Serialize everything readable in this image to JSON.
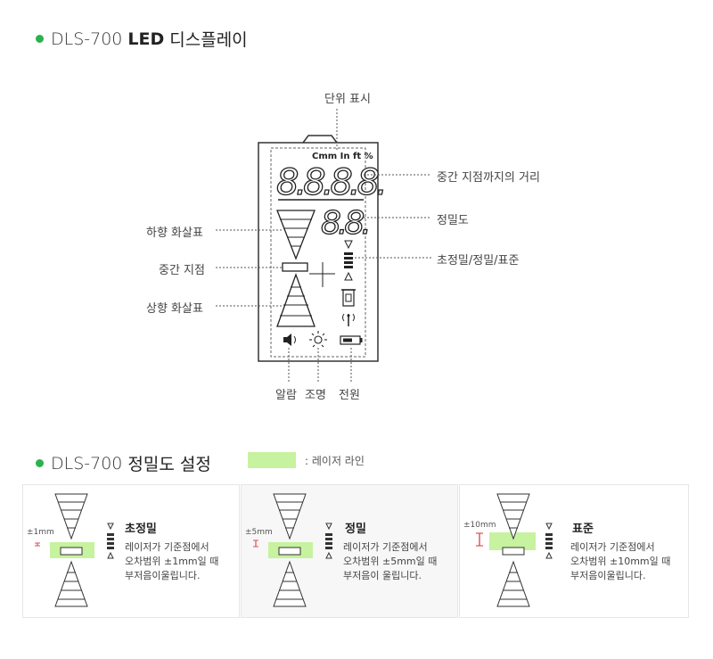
{
  "section1": {
    "model": "DLS-700",
    "strong": "LED",
    "rest": "디스플레이"
  },
  "display": {
    "unit_chars": "Cmm In ft %",
    "main_digits": "8.8.8.8.",
    "small_digits": "8.8."
  },
  "callouts": {
    "unit": "단위 표시",
    "distance": "중간 지점까지의 거리",
    "precision": "정밀도",
    "precision_levels": "초정밀/정밀/표준",
    "down_arrow": "하향 화살표",
    "middle": "중간 지점",
    "up_arrow": "상향 화살표",
    "alarm": "알람",
    "light": "조명",
    "power": "전원"
  },
  "section2": {
    "model": "DLS-700",
    "rest": "정밀도 설정",
    "legend": ": 레이저 라인"
  },
  "panels": [
    {
      "tolerance": "±1mm",
      "title": "초정밀",
      "desc": "레이저가 기준점에서\n오차범위 ±1mm일 때\n부저음이울립니다."
    },
    {
      "tolerance": "±5mm",
      "title": "정밀",
      "desc": "레이저가 기준점에서\n오차범위 ±5mm일 때\n부저음이 울립니다."
    },
    {
      "tolerance": "±10mm",
      "title": "표준",
      "desc": "레이저가 기준점에서\n오차범위 ±10mm일 때\n부저음이울립니다."
    }
  ],
  "colors": {
    "accent": "#2bb24c",
    "laser": "#c7f2a0",
    "tolerance_mark": "#e05050"
  }
}
